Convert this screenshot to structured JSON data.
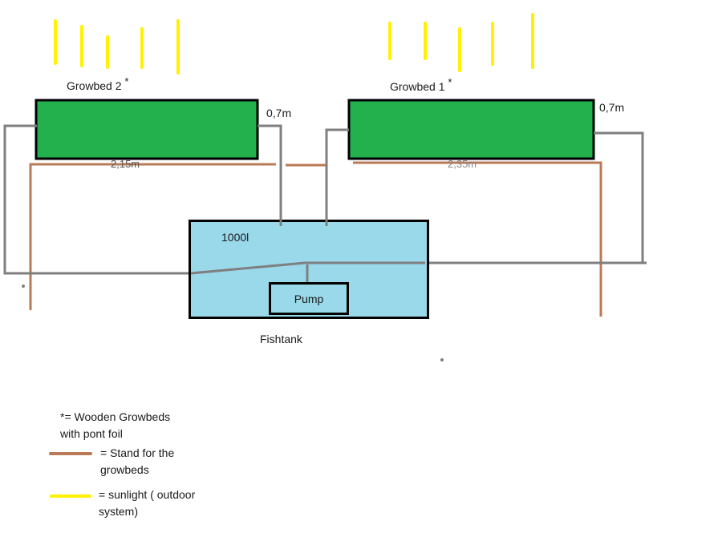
{
  "colors": {
    "growbed": "#22b14c",
    "fishtank": "#99d9ea",
    "pipe": "#7f7f7f",
    "stand": "#b97a57",
    "sunlight": "#fff200",
    "outline": "#000000"
  },
  "growbed2": {
    "label": "Growbed 2",
    "star": "*",
    "height_label": "0,7m",
    "length_label": "2,15m"
  },
  "growbed1": {
    "label": "Growbed 1",
    "star": "*",
    "height_label": "0,7m",
    "length_label": "2,35m"
  },
  "fishtank": {
    "volume_label": "1000l",
    "caption": "Fishtank"
  },
  "pump": {
    "label": "Pump"
  },
  "legend": {
    "star_line1": "*= Wooden Growbeds",
    "star_line2": "with pont foil",
    "stand_line1": "= Stand for the",
    "stand_line2": "growbeds",
    "sun_line1": "= sunlight ( outdoor",
    "sun_line2": "system)"
  }
}
